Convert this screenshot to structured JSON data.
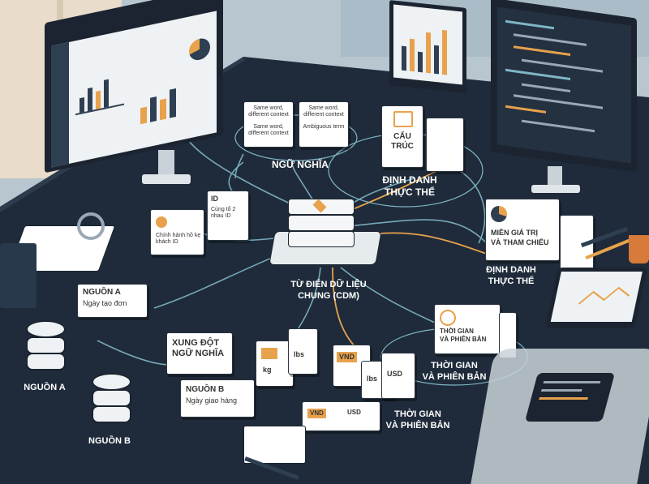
{
  "semantics": {
    "label": "NGỮ NGHĨA",
    "card_left": {
      "top": "Same word, different context",
      "bottom": "Same word, different context"
    },
    "card_right": {
      "top": "Same word, different context",
      "bottom": "Ambiguous term"
    }
  },
  "center": {
    "label_line1": "TỪ ĐIỂN DỮ LIỆU",
    "label_line2": "CHUNG (CDM)"
  },
  "structure_card": {
    "title_line1": "CẤU",
    "title_line2": "TRÚC"
  },
  "identity_top": {
    "line1": "ĐỊNH DANH",
    "line2": "THỰC THỂ"
  },
  "identity_right": {
    "line1": "ĐỊNH DANH",
    "line2": "THỰC THỂ"
  },
  "value_domain": {
    "line1": "MIỀN GIÁ TRỊ",
    "line2": "VÀ THAM CHIẾU"
  },
  "customer_id": {
    "card_a": "Chính hành hồ kẹ khách ID",
    "card_b_title": "ID",
    "card_b_text": "Cùng tổ 2 nhau ID"
  },
  "source_a": {
    "title": "NGUỒN A",
    "field": "Ngày tạo đơn",
    "db_label": "NGUỒN A"
  },
  "source_b": {
    "title": "NGUỒN B",
    "field": "Ngày giao hàng",
    "db_label": "NGUỒN B"
  },
  "conflict": {
    "line1": "XUNG ĐỘT",
    "line2": "NGỮ NGHĨA"
  },
  "units": {
    "kg": "kg",
    "lbs": "lbs",
    "vnd": "VND",
    "usd": "USD"
  },
  "time_card": {
    "line1": "THỜI GIAN",
    "line2": "VÀ PHIÊN BẢN"
  },
  "time_label_right": {
    "line1": "THỜI GIAN",
    "line2": "VÀ PHIÊN BẢN"
  },
  "time_label_bottom": {
    "line1": "THỜI GIAN",
    "line2": "VÀ PHIÊN BẢN"
  },
  "colors": {
    "desk": "#1f2b3a",
    "accent": "#e8a24c",
    "line": "#7fb6c6",
    "wall": "#b7c6cf"
  }
}
